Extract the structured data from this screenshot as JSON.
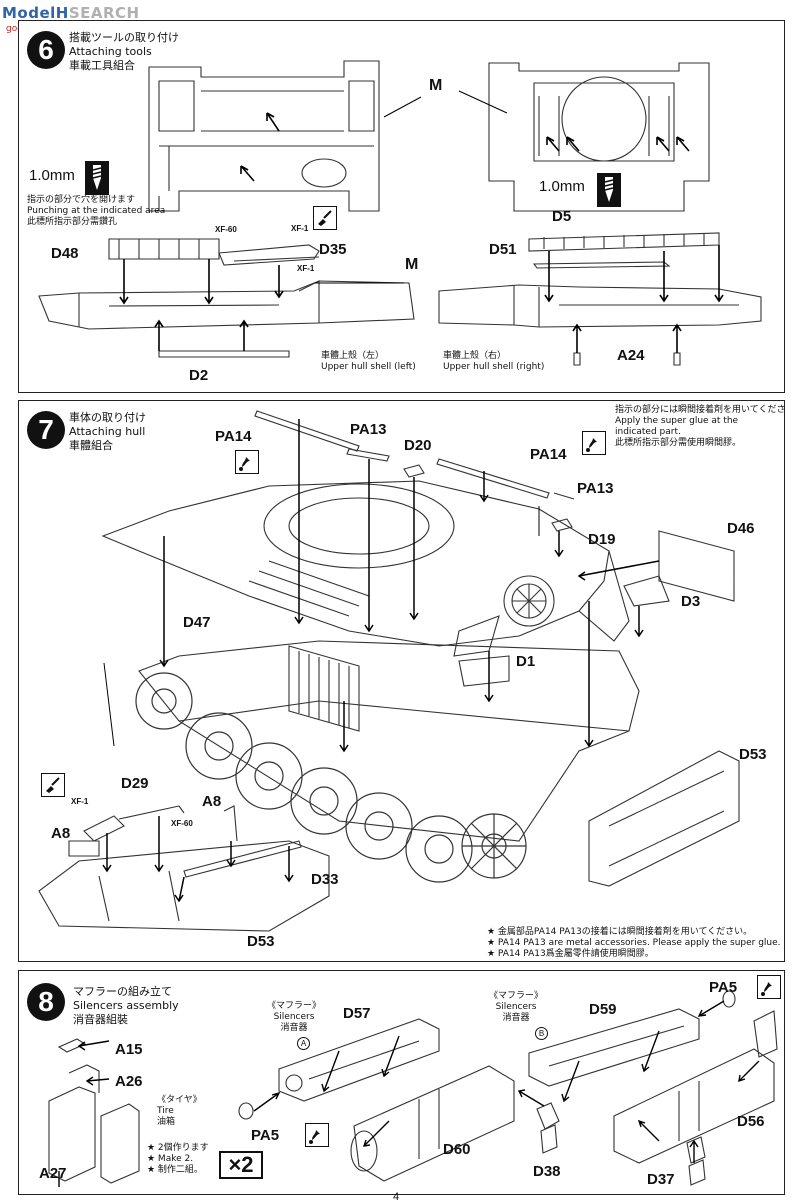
{
  "watermark": {
    "brand_a": "ModelH",
    "brand_b": "SEARCH",
    "url": "goo-shop.com"
  },
  "step6": {
    "number": "6",
    "title_ja": "搭載ツールの取り付け",
    "title_en": "Attaching tools",
    "title_zh": "車載工具組合",
    "drill_left": "1.0mm",
    "drill_right": "1.0mm",
    "punch_ja": "指示の部分で穴を開けます",
    "punch_en": "Punching at the indicated area",
    "punch_zh": "此標所指示部分需鑽孔",
    "paint_xf60": "XF-60",
    "paint_xf1a": "XF-1",
    "paint_xf1b": "XF-1",
    "parts": {
      "m_top": "M",
      "m_mid": "M",
      "d48": "D48",
      "d35": "D35",
      "d2": "D2",
      "d5": "D5",
      "d51": "D51",
      "a24": "A24"
    },
    "hull_left_ja": "車體上殼（左）",
    "hull_left_en": "Upper hull shell (left)",
    "hull_right_ja": "車體上殼（右）",
    "hull_right_en": "Upper hull shell (right)"
  },
  "step7": {
    "number": "7",
    "title_ja": "車体の取り付け",
    "title_en": "Attaching hull",
    "title_zh": "車體組合",
    "glue_ja": "指示の部分には瞬間接着剤を用いてください。",
    "glue_en1": "Apply the super glue at the",
    "glue_en2": "indicated part.",
    "glue_zh": "此標所指示部分需使用瞬間膠。",
    "paint_xf1": "XF-1",
    "paint_xf60": "XF-60",
    "parts": {
      "pa14_a": "PA14",
      "pa13_a": "PA13",
      "d20": "D20",
      "pa14_b": "PA14",
      "pa13_b": "PA13",
      "d19": "D19",
      "d46": "D46",
      "d3": "D3",
      "d47": "D47",
      "d1": "D1",
      "d53_a": "D53",
      "d29": "D29",
      "a8_a": "A8",
      "a8_b": "A8",
      "d33": "D33",
      "d53_b": "D53"
    },
    "metal_ja": "★ 金属部品PA14 PA13の接着には瞬間接着剤を用いてください。",
    "metal_en": "★ PA14 PA13 are metal accessories. Please apply the super glue.",
    "metal_zh": "★ PA14 PA13爲金屬零件請使用瞬間膠。"
  },
  "step8": {
    "number": "8",
    "title_ja": "マフラーの組み立て",
    "title_en": "Silencers assembly",
    "title_zh": "消音器組裝",
    "tire_ja": "《タイヤ》",
    "tire_en": "Tire",
    "tire_zh": "油箱",
    "make_ja": "★ 2個作ります",
    "make_en": "★ Make 2.",
    "make_zh": "★ 制作二組。",
    "times": "×2",
    "silencer_a_ja": "《マフラー》",
    "silencer_a_en": "Silencers",
    "silencer_a_zh": "消音器",
    "silencer_a_mark": "A",
    "silencer_b_ja": "《マフラー》",
    "silencer_b_en": "Silencers",
    "silencer_b_zh": "消音器",
    "silencer_b_mark": "B",
    "parts": {
      "a15": "A15",
      "a26": "A26",
      "a27": "A27",
      "d57": "D57",
      "pa5_a": "PA5",
      "d60": "D60",
      "d38": "D38",
      "d59": "D59",
      "pa5_b": "PA5",
      "d56": "D56",
      "d37": "D37"
    }
  },
  "page_number": "4"
}
